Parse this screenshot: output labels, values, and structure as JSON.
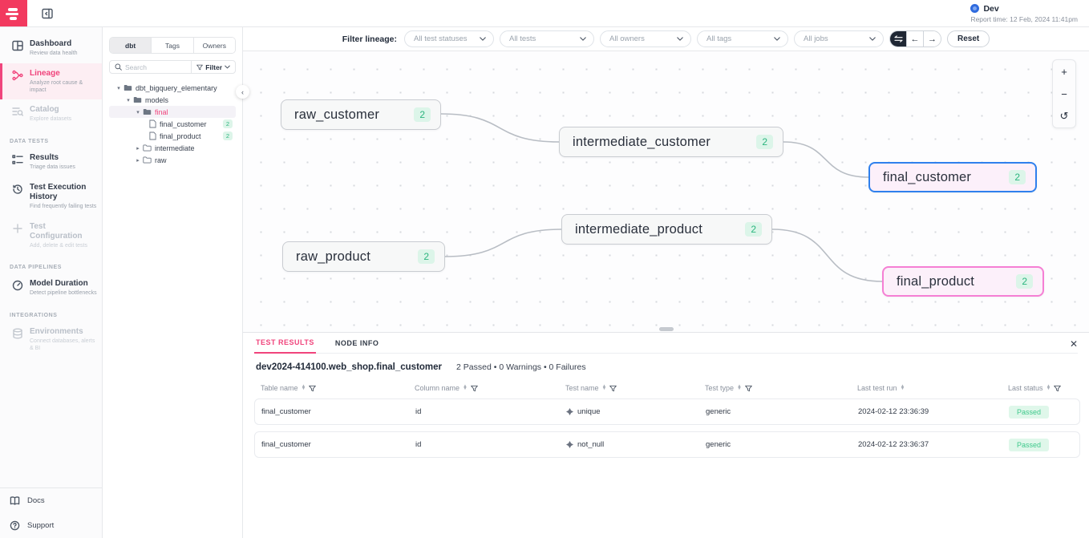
{
  "colors": {
    "brand_pink": "#f23a5f",
    "accent_pink": "#f0447c",
    "selected_blue": "#2f80ed",
    "node_pink_border": "#f57fd4",
    "badge_green_text": "#2bb57e",
    "badge_green_bg": "#dcf5e9"
  },
  "header": {
    "env_label": "Dev",
    "report_time": "Report time: 12 Feb, 2024 11:41pm"
  },
  "sidebar": {
    "items": [
      {
        "title": "Dashboard",
        "subtitle": "Review data health"
      },
      {
        "title": "Lineage",
        "subtitle": "Analyze root cause & impact"
      },
      {
        "title": "Catalog",
        "subtitle": "Explore datasets"
      },
      {
        "title": "Results",
        "subtitle": "Triage data issues"
      },
      {
        "title": "Test Execution History",
        "subtitle": "Find frequently failing tests"
      },
      {
        "title": "Test Configuration",
        "subtitle": "Add, delete & edit tests"
      },
      {
        "title": "Model Duration",
        "subtitle": "Detect pipeline bottlenecks"
      },
      {
        "title": "Environments",
        "subtitle": "Connect databases, alerts & BI"
      }
    ],
    "section_labels": [
      "DATA TESTS",
      "DATA PIPELINES",
      "INTEGRATIONS"
    ],
    "footer_items": [
      {
        "label": "Docs"
      },
      {
        "label": "Support"
      }
    ]
  },
  "tree_panel": {
    "tabs": [
      "dbt",
      "Tags",
      "Owners"
    ],
    "search_placeholder": "Search",
    "filter_label": "Filter",
    "nodes": [
      {
        "label": "dbt_bigquery_elementary"
      },
      {
        "label": "models"
      },
      {
        "label": "final"
      },
      {
        "label": "final_customer",
        "badge": "2"
      },
      {
        "label": "final_product",
        "badge": "2"
      },
      {
        "label": "intermediate"
      },
      {
        "label": "raw"
      }
    ]
  },
  "filter_bar": {
    "label": "Filter lineage:",
    "dropdowns": [
      {
        "value": "All test statuses"
      },
      {
        "value": "All tests"
      },
      {
        "value": "All owners"
      },
      {
        "value": "All tags"
      },
      {
        "value": "All jobs"
      }
    ],
    "reset_label": "Reset"
  },
  "graph": {
    "nodes": [
      {
        "label": "raw_customer",
        "badge": "2"
      },
      {
        "label": "intermediate_customer",
        "badge": "2"
      },
      {
        "label": "final_customer",
        "badge": "2"
      },
      {
        "label": "intermediate_product",
        "badge": "2"
      },
      {
        "label": "raw_product",
        "badge": "2"
      },
      {
        "label": "final_product",
        "badge": "2"
      }
    ],
    "zoom_in": "+",
    "zoom_out": "−",
    "zoom_reset": "↺"
  },
  "results_panel": {
    "tabs": [
      "TEST RESULTS",
      "NODE INFO"
    ],
    "title": "dev2024-414100.web_shop.final_customer",
    "summary": "2 Passed  •  0 Warnings  •  0 Failures",
    "table": {
      "headers": [
        "Table name",
        "Column name",
        "Test name",
        "Test type",
        "Last test run",
        "Last status"
      ],
      "rows": [
        {
          "table": "final_customer",
          "column": "id",
          "test": "unique",
          "type": "generic",
          "last_run": "2024-02-12 23:36:39",
          "status": "Passed"
        },
        {
          "table": "final_customer",
          "column": "id",
          "test": "not_null",
          "type": "generic",
          "last_run": "2024-02-12 23:36:37",
          "status": "Passed"
        }
      ]
    }
  }
}
